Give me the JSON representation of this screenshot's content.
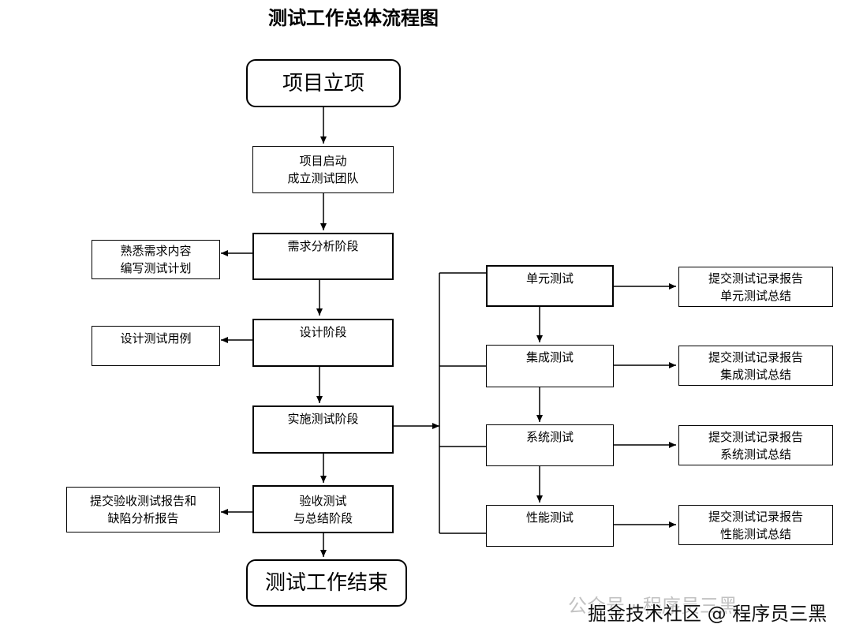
{
  "title": "测试工作总体流程图",
  "main_flow": {
    "start": "项目立项",
    "kickoff": [
      "项目启动",
      "成立测试团队"
    ],
    "requirements": "需求分析阶段",
    "design": "设计阶段",
    "implementation": "实施测试阶段",
    "acceptance": [
      "验收测试",
      "与总结阶段"
    ],
    "end": "测试工作结束"
  },
  "side_outputs": {
    "requirements": [
      "熟悉需求内容",
      "编写测试计划"
    ],
    "design": "设计测试用例",
    "acceptance": [
      "提交验收测试报告和",
      "缺陷分析报告"
    ]
  },
  "test_levels": [
    {
      "name": "单元测试",
      "report": [
        "提交测试记录报告",
        "单元测试总结"
      ]
    },
    {
      "name": "集成测试",
      "report": [
        "提交测试记录报告",
        "集成测试总结"
      ]
    },
    {
      "name": "系统测试",
      "report": [
        "提交测试记录报告",
        "系统测试总结"
      ]
    },
    {
      "name": "性能测试",
      "report": [
        "提交测试记录报告",
        "性能测试总结"
      ]
    }
  ],
  "watermark": {
    "ghost": "公众号 · 程序员三黑",
    "text": "掘金技术社区 @ 程序员三黑"
  }
}
